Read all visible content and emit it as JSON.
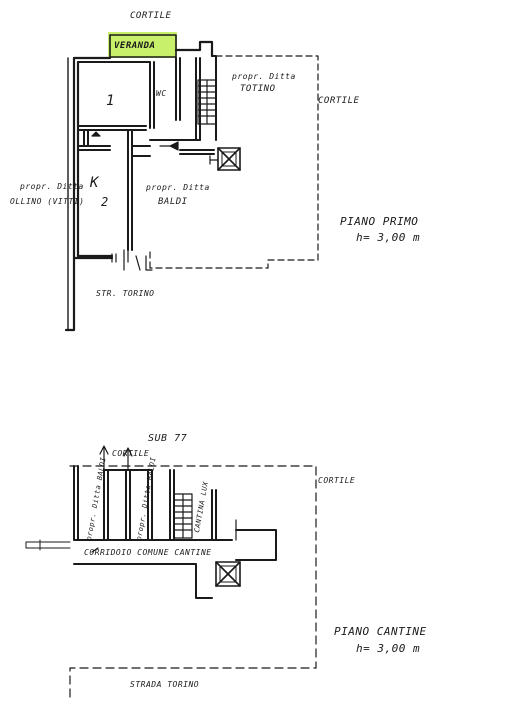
{
  "colors": {
    "ink": "#1a1a1a",
    "highlight": "#c8f06a"
  },
  "labels": {
    "cortile_top": "CORTILE",
    "veranda": "VERANDA",
    "room_1": "1",
    "wc": "WC",
    "prop_totino_line1": "propr. Ditta",
    "prop_totino_line2": "TOTINO",
    "cortile_right_first": "CORTILE",
    "room_k": "K",
    "room_2": "2",
    "prop_ollino_line1": "propr. Ditta",
    "prop_ollino_line2": "OLLINO (VITTI)",
    "prop_baldi_first_line1": "propr. Ditta",
    "prop_baldi_first_line2": "BALDI",
    "piano_primo": "PIANO PRIMO",
    "height_first": "h= 3,00 m",
    "str_torino": "STR. TORINO",
    "sub": "SUB 77",
    "cortile_cellar_top": "CORTILE",
    "cortile_cellar_right": "CORTILE",
    "prop_baldi_cell1": "propr. Ditta BALDI",
    "prop_baldi_cell2": "propr. Ditta BALDI",
    "cantina_lux": "CANTINA LUX",
    "corridoio": "CORRIDOIO COMUNE CANTINE",
    "piano_cantine": "PIANO CANTINE",
    "height_cellar": "h= 3,00 m",
    "strada_torino": "STRADA TORINO"
  }
}
